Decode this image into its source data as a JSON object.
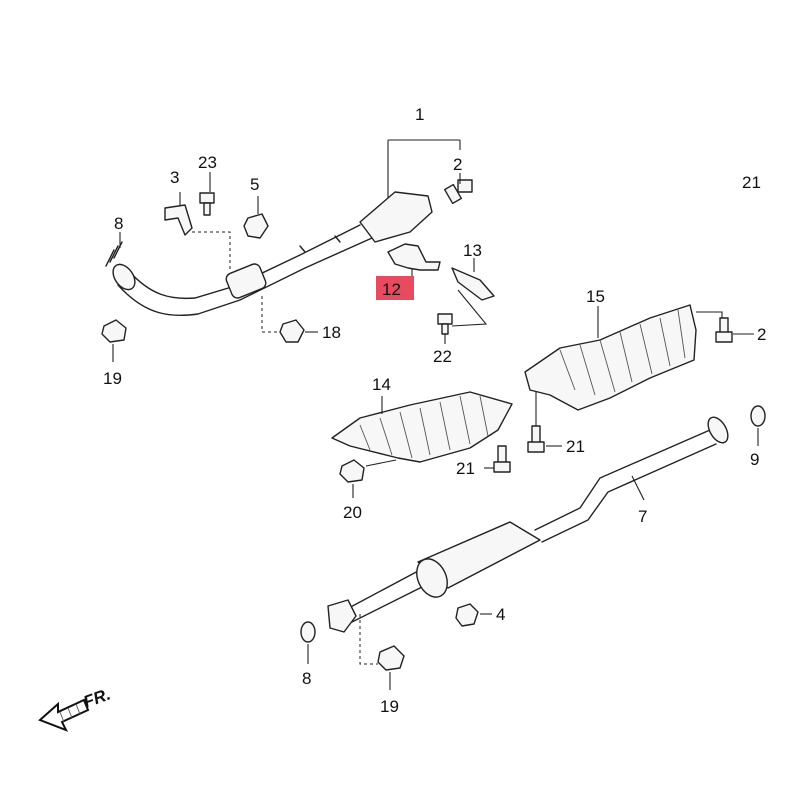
{
  "callouts": {
    "c1": "1",
    "c2a": "2",
    "c2b": "2",
    "c3": "3",
    "c4": "4",
    "c5": "5",
    "c7": "7",
    "c8a": "8",
    "c8b": "8",
    "c9": "9",
    "c12": "12",
    "c13": "13",
    "c14": "14",
    "c15": "15",
    "c18": "18",
    "c19a": "19",
    "c19b": "19",
    "c20": "20",
    "c21a": "21",
    "c21b": "21",
    "c21c": "21",
    "c22": "22",
    "c23": "23"
  },
  "highlight": {
    "part": "12",
    "color": "#e84a5f"
  },
  "front_indicator": "FR."
}
